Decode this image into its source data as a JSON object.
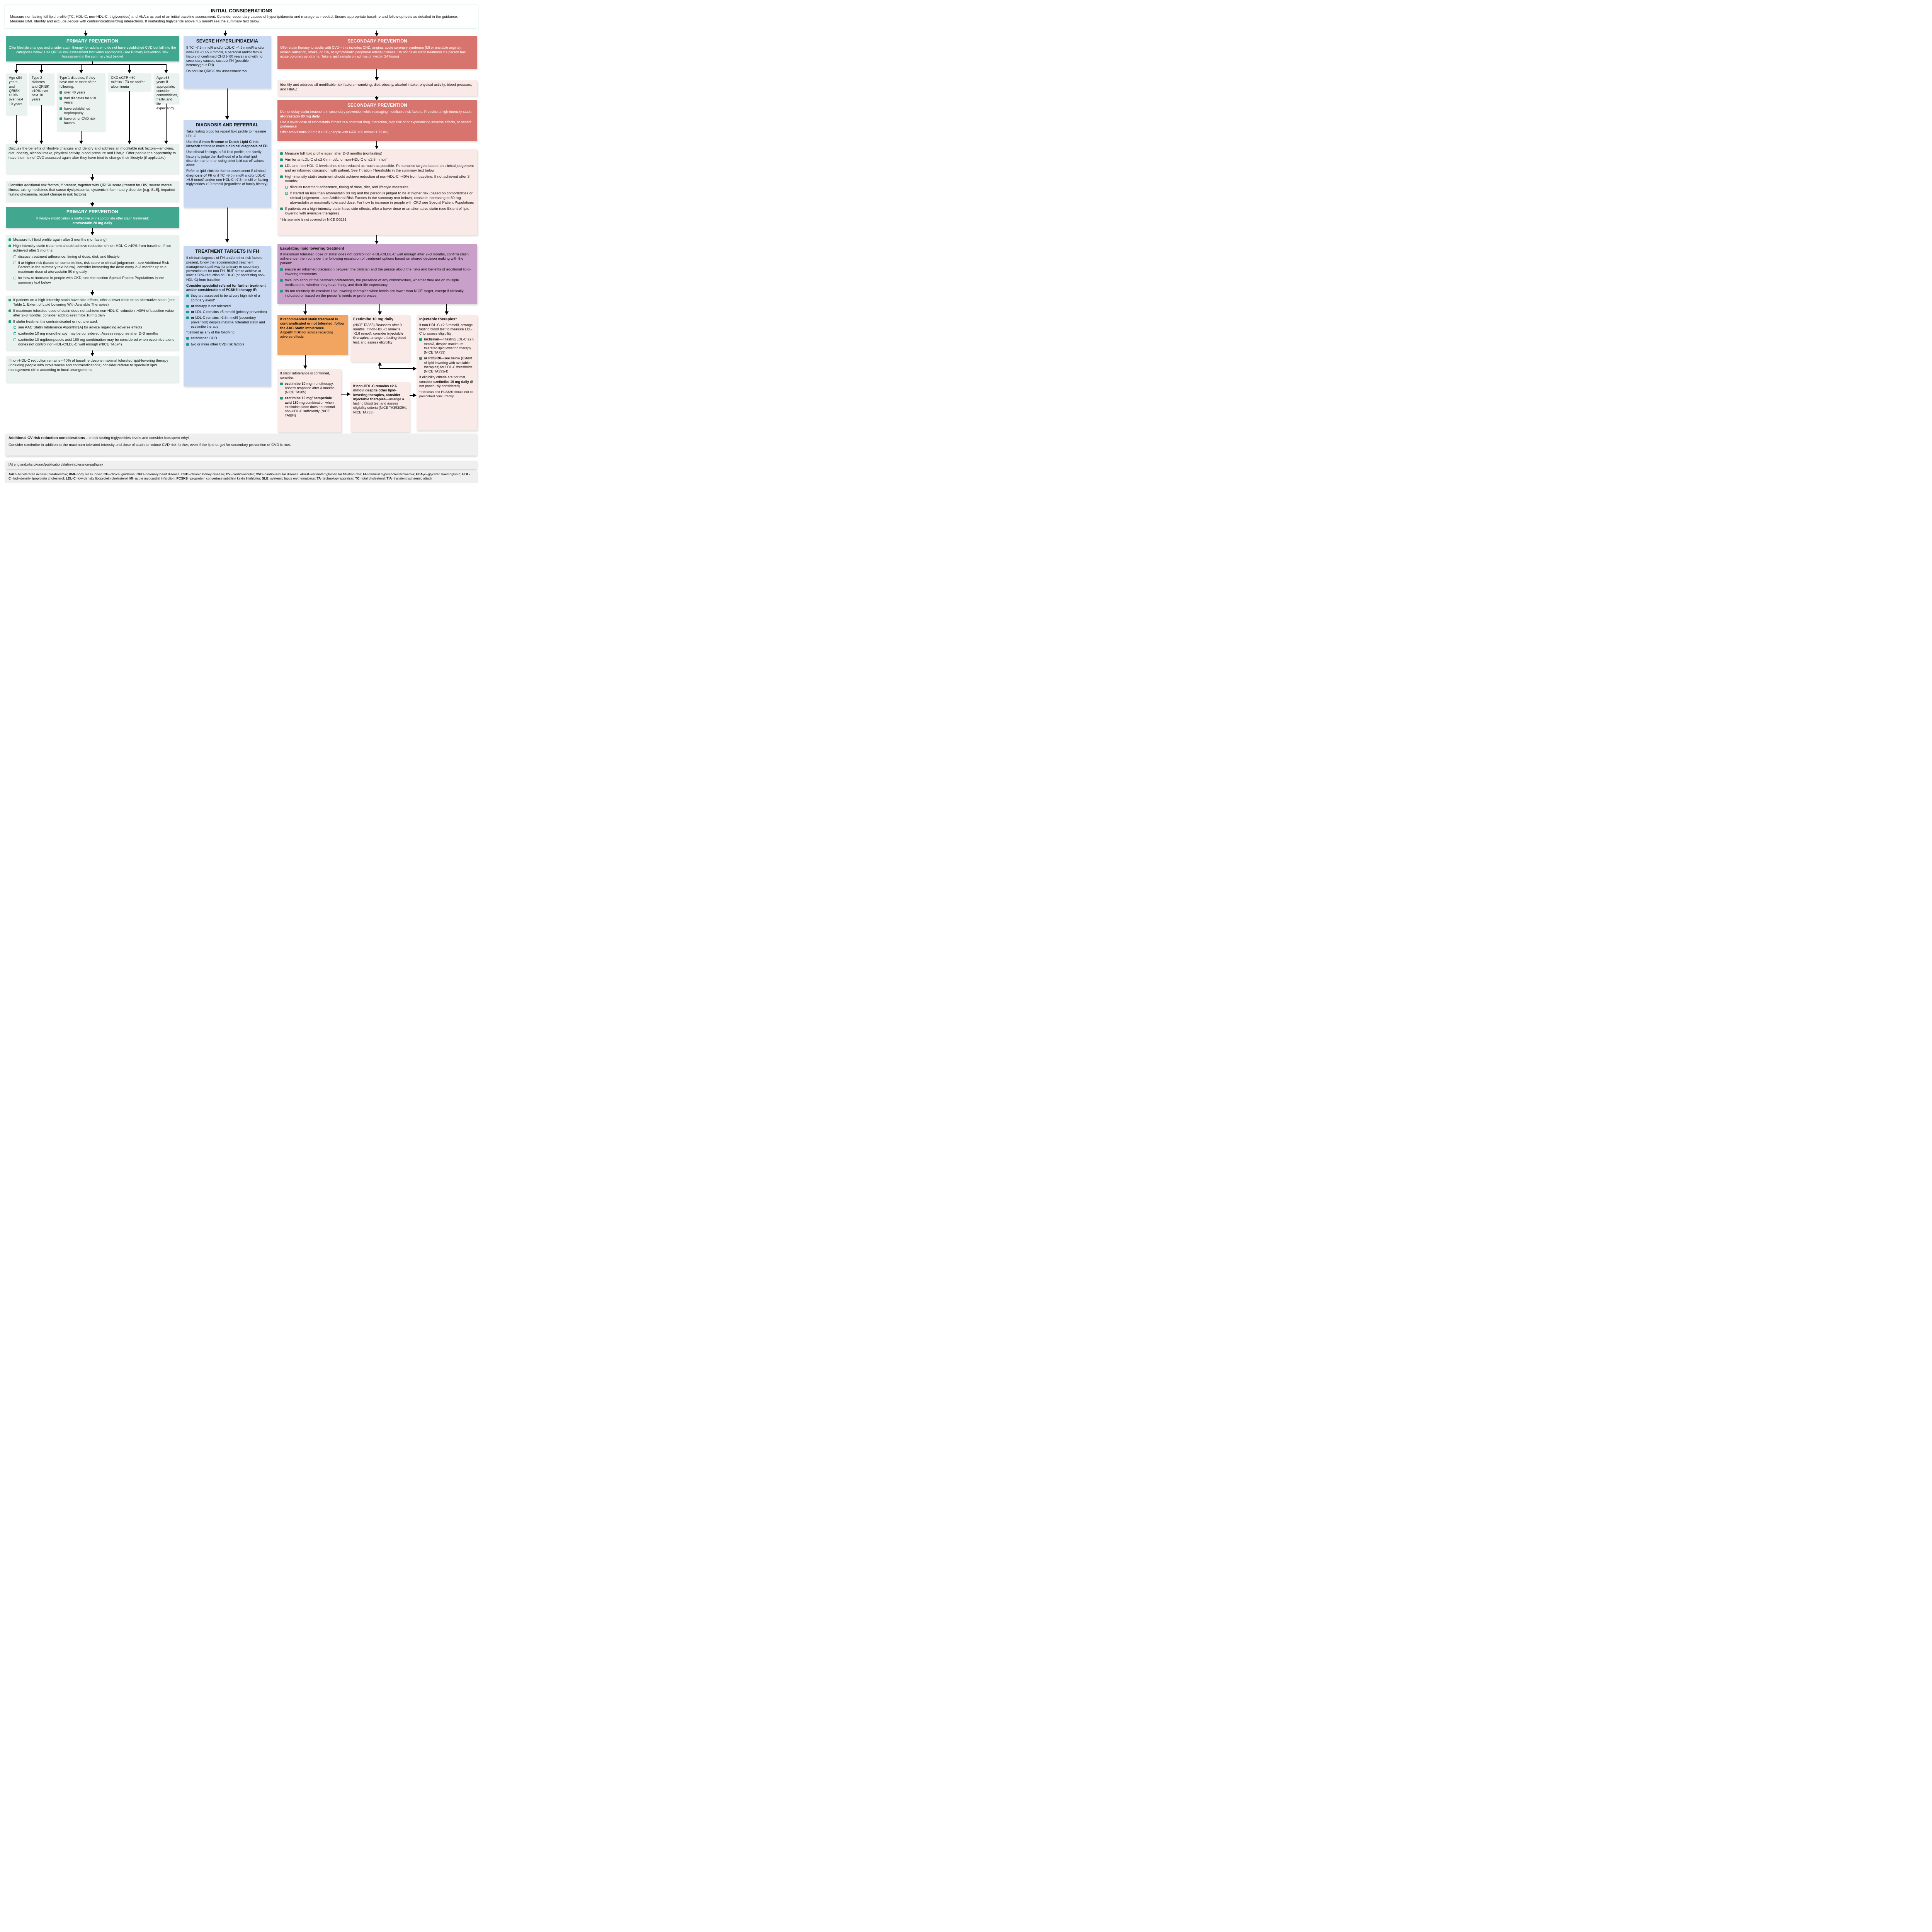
{
  "header": {
    "title": "INITIAL CONSIDERATIONS",
    "body": "Measure nonfasting full lipid profile (TC, HDL-C, non-HDL-C, triglycerides) and HbA₁c as part of an initial baseline assessment. Consider secondary causes of hyperlipidaemia and manage as needed. Ensure appropriate baseline and follow-up tests as detailed in the guidance. Measure BMI. Identify and exclude people with contraindications/drug interactions. If nonfasting triglyceride above 4.5 mmol/l see the summary text below"
  },
  "left": {
    "pp1": {
      "title": "PRIMARY PREVENTION",
      "body": "Offer lifestyle changes and cnsider statin therapy for adults who do not have established CVD but fall into the categories below. Use QRISK risk assessment tool when appropriate (see Primary Prevention Risk Assessment in the summary text below)"
    },
    "criteria": [
      {
        "text": "Age ≤84 years and QRISK ≥10% over next 10 years"
      },
      {
        "text": "Type 2 diabetes and QRISK ≥10% over next 10 years"
      },
      {
        "text": "Type 1 diabetes, if they have one or more of the following:",
        "bullets": [
          {
            "l": 1,
            "t": "over 40 years"
          },
          {
            "l": 1,
            "t": "had diabetes for >10 years"
          },
          {
            "l": 1,
            "t": "have established nephropathy"
          },
          {
            "l": 1,
            "t": "have other CVD risk factors"
          }
        ]
      },
      {
        "text": "CKD eGFR <60 ml/min/1.73 m² and/or albuminuria"
      },
      {
        "text": "Age ≥85 years If appropriate, consider comorbidities, frailty, and life expectancy"
      }
    ],
    "discuss": "Discuss the benefits of lifestyle changes and identify and address all modifiable risk factors—smoking, diet, obesity, alcohol intake, physical activity, blood pressure and HbA₁c. Offer people the opportunity to have their risk of CVD assessed again after they have tried to change their lifestyle (if applicable)",
    "consider": "Consider additional risk factors, if present, together with QRISK score (treated for HIV, severe mental illness, taking medicines that cause dyslipidaemia, systemic inflammatory disorder [e.g. SLE], impaired fasting glycaemia, recent change in risk factors)",
    "pp2": {
      "title": "PRIMARY PREVENTION",
      "body": "If lifestyle modification is ineffective or inappropriate offer statin treatment:",
      "bold": "atorvastatin 20 mg daily"
    },
    "monitor": [
      {
        "l": 1,
        "t": "Measure full lipid profile again after 3 months (nonfasting)"
      },
      {
        "l": 1,
        "t": "High-intensity statin treatment should achieve reduction of non-HDL-C >40% from baseline. If not achieved after 3 months:"
      },
      {
        "l": 2,
        "t": "discuss treatment adherence, timing of dose, diet, and lifestyle"
      },
      {
        "l": 2,
        "t": "if at higher risk (based on comorbidities, risk score or clinical judgement—see Additional Risk Factors in the summary text below), consider increasing the dose every 2–3 months up to a maximum dose of atorvastatin 80 mg daily"
      },
      {
        "l": 2,
        "t": "for how to increase in people with CKD, see the section Special Patient Populations in the summary text below"
      }
    ],
    "side_effects": [
      {
        "l": 1,
        "t": "If patients on a high-intensity statin have side effects, offer a lower dose or an alternative statin (see Table 1: Extent of Lipid Lowering With Available Therapies)"
      },
      {
        "l": 1,
        "t": "If maximum tolerated dose of statin does not achieve non-HDL-C reduction >40% of baseline value after 2–3 months, consider adding ezetimibe 10 mg daily"
      },
      {
        "l": 1,
        "t": "If statin treatment is contraindicated or not tolerated:"
      },
      {
        "l": 2,
        "t": "see AAC Statin Intolerance Algorithm[A] for advice regarding adverse effects"
      },
      {
        "l": 2,
        "t": "ezetimibe 10 mg monotherapy may be considered. Assess response after 2–3 months"
      },
      {
        "l": 2,
        "t": "ezetimibe 10 mg/bempedoic acid 180 mg combination may be considered when ezetimibe alone dones not control non-HDL-C/LDL-C well enough (NICE TA694)"
      }
    ],
    "referral": "If non-HDL-C reduction remains <40% of baseline despite maximal tolerated lipid-lowering therapy (including people with intolerances and contraindications) consider referral to specialist lipid management clinic according to local arrangements"
  },
  "middle": {
    "severe": {
      "title": "SEVERE HYPERLIPIDAEMIA",
      "p1": "If TC >7.5 mmol/l and/or LDL-C >4.9 mmol/l and/or non-HDL-C >5.9 mmol/l, a personal and/or family history of confirmed CHD (<60 years) and with no secondary causes, suspect FH (possible heterozygous FH)",
      "p2": "Do not use QRISK risk assessment tool"
    },
    "diagnosis": {
      "title": "DIAGNOSIS AND REFERRAL",
      "p1": "Take fasting blood for repeat lipid profile to measure LDL-C",
      "p2": "Use the **Simon Broome** or **Dutch Lipid Clinic Network** criteria to make a **clinical diagnosis of FH**",
      "p3": "Use clinical findings, a full lipid profile, and family history to judge the likelihood of a familial lipid disorder, rather than using strict lipid cut-off values alone",
      "p4": "Refer to lipid clinic for further assessment if **clinical diagnosis of FH** or if TC >9.0 mmol/l and/or LDL-C >6.5 mmol/l and/or non-HDL-C >7.5 mmol/l or fasting triglycerides >10 mmol/l (regardless of family history)"
    },
    "targets": {
      "title": "TREATMENT TARGETS IN FH",
      "p1": "If clinical diagnosis of FH and/or other risk factors present, follow the recommended treatment management pathway for primary or secondary prevention as for non-FH, **BUT** aim to achieve at least a 50% reduction of LDL-C (or nonfasting non-HDL-C) from baseline",
      "p2": "**Consider specialist referral for further treatment and/or consideration of PCSK9i therapy IF:**",
      "bullets": [
        {
          "l": 1,
          "t": "they are assessed to be at very high risk of a coronary event*"
        },
        {
          "l": 1,
          "t": "**or** therapy is not tolerated"
        },
        {
          "l": 1,
          "t": "**or** LDL-C remains >5 mmol/l (primary prevention)"
        },
        {
          "l": 1,
          "t": "**or** LDL-C remains >3.5 mmol/l (secondary prevention) despite maximal tolerated statin and ezetimibe therapy"
        }
      ],
      "note": "*defined as any of the following:",
      "note_bullets": [
        {
          "l": 1,
          "t": "established CHD"
        },
        {
          "l": 1,
          "t": "two or more other CVD risk factors"
        }
      ]
    }
  },
  "right": {
    "sp1": {
      "title": "SECONDARY PREVENTION",
      "body": "Offer statin therapy to adults with CVD—this includes CHD, angina, acute coronary syndrome (MI or unstable angina), revascularisation, stroke, or TIA, or symptomatic peripheral arterial disease. Do not delay statin treatment if a person has acute coronary syndrome. Take a lipid sample on admission (within 24 hours)"
    },
    "identify": "Identify and address all modifiable risk factors—smoking, diet, obesity, alcohol intake, physical activity, blood pressure, and HbA₁c",
    "sp2": {
      "title": "SECONDARY PREVENTION",
      "p1": "Do not delay statin treatment in secondary prevention while managing modifiable risk factors. Prescibe a high-intensity statin: **atorvastatin 80 mg daily**",
      "p2": "Use a lower dose of atorvastatin if there is a potential drug interaction, high risk of or experiencing adverse effects, or patient preference",
      "p3": "Offer atorvastatin 20 mg if CKD (people with GFR <60 ml/min/1.73 m²)"
    },
    "monitor": [
      {
        "l": 1,
        "t": "Measure full lipid profile again after 2–3 months (nonfasting)"
      },
      {
        "l": 1,
        "t": "Aim for an LDL-C of ≤2.0 mmol/L, or non-HDL-C of ≤2.6 mmol/l"
      },
      {
        "l": 1,
        "t": "LDL and non-HDL-C levels should be reduced as much as possible. Personalise targets based on clinical judgement and an informed discussion with patient. See Titration Thresholds in the summary text below"
      },
      {
        "l": 1,
        "t": "High-intensity statin treatment should achieve reduction of non-HDL-C >40% from baseline. If not achieved after 3 months:"
      },
      {
        "l": 2,
        "t": "discuss treatment adherence, timing of dose, diet, and lifestyle measures"
      },
      {
        "l": 2,
        "t": "if started on less than atorvastatin 80 mg and the person is judged to be at higher risk (based on comorbidities or clinical judgement—see Additional Risk Factors in the summary text below), consider increasing to 80 mg atorvastatin or maximally tolerated dose. For how to increase in people with CKD see Special Patient Populations"
      },
      {
        "l": 1,
        "t": "If patients on a high-intensity statin have side effects, offer a lower dose or an alternative statin (see Extent of lipid lowering with available therapies)"
      }
    ],
    "monitor_note": "*this scenario is not covered by NICE CG181",
    "escalate": {
      "title": "Escalating lipid lowering treatment",
      "intro": "If maximum tolerated dose of statin does not control non-HDL-C/LDL-C well enough after 2–3 months, confirm statin adherence, then consider the following escalation of treatment options based on shared decision making with the patient:",
      "bullets": [
        {
          "l": 1,
          "t": "ensure an informed discussion between the clinician and the person about the risks and benefits of additional lipid-lowering treatments"
        },
        {
          "l": 1,
          "t": "take into account the person’s preferences, the presence of any comorbidities, whether they are on multiple medications, whether they have frailty, and their life expectancy"
        },
        {
          "l": 1,
          "t": "do not routinely de-escalate lipid-lowering therapies when levels are lower than NICE target, except if clinically indicated or based on the person’s needs or preferences"
        }
      ]
    },
    "statin_ci": "**If recommended statin treatment is contraindicated or not tolerated, follow the AAC Statin Intolerance Algorithm[A]** for advice regarding adverse effects",
    "intolerance": {
      "intro": "If statin intolerance is confirmed, consider:",
      "bullets": [
        {
          "l": 1,
          "t": "**ezetimibe 10 mg** monotherapy. Assess response after 3 months (NICE TA385)"
        },
        {
          "l": 1,
          "t": "**ezetimibe 10 mg/ bempedoic acid 180 mg** combination when ezetimibe alone does not control non-HDL-C sufficiently (NICE TA694)"
        }
      ]
    },
    "ezetimibe": {
      "title": "Ezetimibe 10 mg daily",
      "body": "(NICE TA385) Reassess after 3 months. If non-HDL-C remains >2.6 mmol/l, consider **injectable therapies**, arrange a fasting blood test, and assess eligibility"
    },
    "nonhdl": "**If non-HDL-C remains >2.6 mmol/l despite other lipid-lowering therapies, consider injectable therapies**—arrange a fasting blood test and assess eligibility criteria (NICE TA393/394, NICE TA733)",
    "injectable": {
      "title": "Injectable therapies*",
      "intro": "If non-HDL-C >2.6 mmol/l, arrange fasting blood test to measure LDL-C to assess eligibility:",
      "bullets": [
        {
          "l": 1,
          "t": "**inclisiran**—if fasting LDL-C ≥2.6 mmol/l, despite maximum tolerated lipid lowering therapy (NICE TA733)"
        },
        {
          "l": 1,
          "t": "**or PCSK9i**—see below (Extent of lipid lowering with available therapies) for LDL-C thresholds (NICE TA393/4)"
        }
      ],
      "outro": "If eligibility criteria are not met, consider **ezetimibe 10 mg daily** (if not previously considered)",
      "note": "*Inclisiran and PCSK9i should not be prescribed concurrently"
    }
  },
  "footer": {
    "cv_line1": "**Additional CV risk reduction considerations**—check fasting triglycerides levels and consider icosapent ethyl.",
    "cv_line2": "Consider ezetimibe in addition to the maximum tolerated intensity and dose of statin to reduce CVD risk further, even if the lipid target for secondary prevention of CVD is met.",
    "ref": "[A] england.nhs.uk/aac/publication/statin-intolerance-pathway",
    "abbr": "**AAC**=Accelerated Access Collaborative; **BMI**=body mass index; **CG**=clinical guideline; **CHD**=coronary heart disease; **CKD**=chronic kidney disease; **CV**=cardiovascular; **CVD**=cardiovascular disease; **eGFR**=estimated glomerular filtration rate; **FH**=familial hypercholesterolaemia; **HbA₁c**=glycated haemoglobin; **HDL-C**=high-density lipoprotein cholesterol; **LDL-C**=low-density lipoprotein cholesterol; **MI**=acute myocardial infarction; **PCSK9i**=proprotein convertase subtilisin kexin 9 inhibitor; **SLE**=systemic lupus erythematosus; **TA**=technology appraisal; **TC**=total cholesterol; **TIA**=transient ischaemic attack"
  }
}
